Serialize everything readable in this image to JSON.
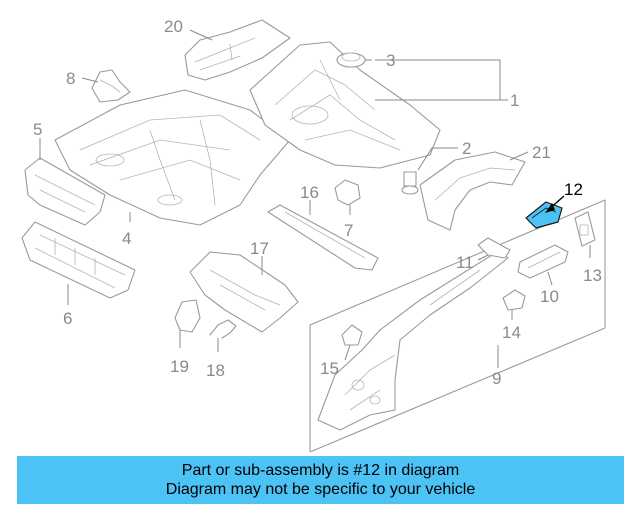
{
  "diagram": {
    "callouts": [
      "1",
      "2",
      "3",
      "4",
      "5",
      "6",
      "7",
      "8",
      "9",
      "10",
      "11",
      "12",
      "13",
      "14",
      "15",
      "16",
      "17",
      "18",
      "19",
      "20",
      "21"
    ],
    "highlighted_part": "12",
    "highlight_color": "#4dc3f5"
  },
  "banner": {
    "line1": "Part or sub-assembly is #12 in diagram",
    "line2": "Diagram may not be specific to your vehicle",
    "background": "#4dc3f5"
  }
}
